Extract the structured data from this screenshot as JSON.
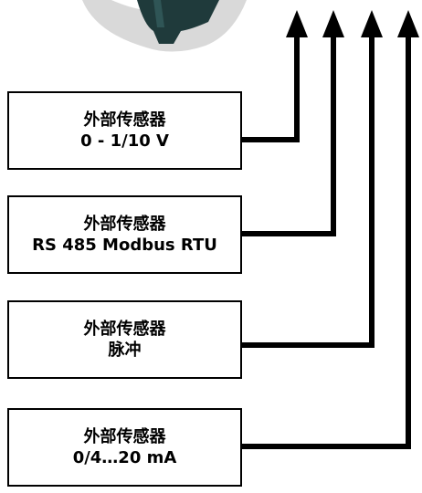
{
  "colors": {
    "line": "#000000",
    "device": "#1f3a3b",
    "device_shadow": "#d9d9d9"
  },
  "device_icon": "sensor-device-housing",
  "arrow_icon": "up-arrow",
  "sensors": [
    {
      "title": "外部传感器",
      "signal": "0 - 1/10 V"
    },
    {
      "title": "外部传感器",
      "signal": "RS 485 Modbus RTU"
    },
    {
      "title": "外部传感器",
      "signal": "脉冲"
    },
    {
      "title": "外部传感器",
      "signal": "0/4…20 mA"
    }
  ]
}
